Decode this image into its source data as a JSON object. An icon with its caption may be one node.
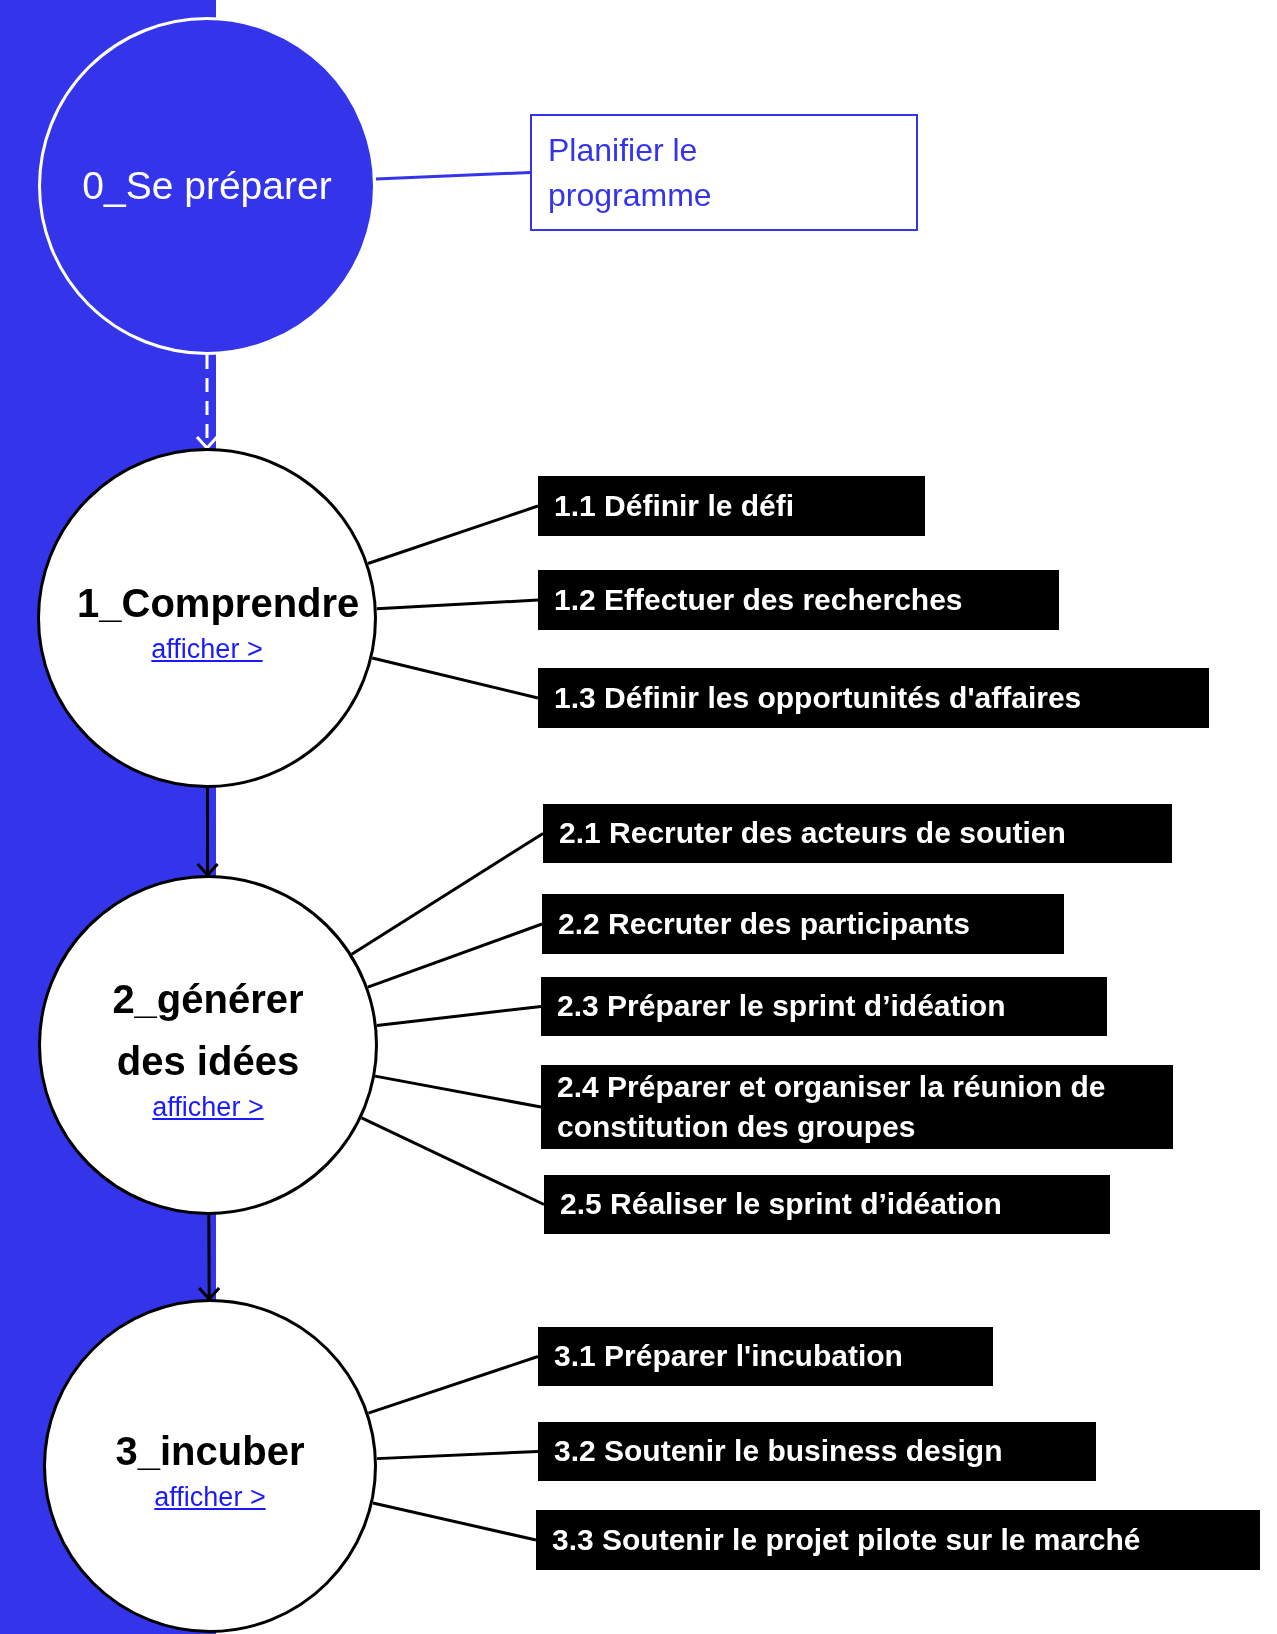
{
  "diagram": {
    "nodes": [
      {
        "text": [
          "0_Se préparer"
        ]
      },
      {
        "text": [
          "Planifier le programme"
        ]
      },
      {
        "text": [
          "1_Comprendre",
          "afficher >"
        ]
      },
      {
        "text": [
          "1.1 Définir le défi"
        ]
      },
      {
        "text": [
          "1.2 Effectuer des recherches"
        ]
      },
      {
        "text": [
          "1.3 Définir les opportunités d'affaires"
        ]
      },
      {
        "text": [
          "2_générer des idées",
          "afficher >"
        ]
      },
      {
        "text": [
          "2.1 Recruter des acteurs de soutien"
        ]
      },
      {
        "text": [
          "2.2 Recruter des participants"
        ]
      },
      {
        "text": [
          "2.3 Préparer le sprint d’idéation"
        ]
      },
      {
        "text": [
          "2.4 Préparer et organiser la réunion de constitution des groupes"
        ]
      },
      {
        "text": [
          "2.5 Réaliser le sprint d’idéation"
        ]
      },
      {
        "text": [
          "3_incuber",
          "afficher >"
        ]
      },
      {
        "text": [
          "3.1 Préparer l'incubation"
        ]
      },
      {
        "text": [
          "3.2 Soutenir le business design"
        ]
      },
      {
        "text": [
          "3.3 Soutenir le projet pilote sur le marché"
        ]
      }
    ],
    "edges": [
      {
        "from": 0,
        "to": 1,
        "arrow": "none",
        "color": "#3434eb"
      },
      {
        "from": 0,
        "to": 2,
        "arrow": "to",
        "style": "dashed",
        "color": "#ffffff"
      },
      {
        "from": 2,
        "to": 3,
        "arrow": "none"
      },
      {
        "from": 2,
        "to": 4,
        "arrow": "none"
      },
      {
        "from": 2,
        "to": 5,
        "arrow": "none"
      },
      {
        "from": 2,
        "to": 6,
        "arrow": "to"
      },
      {
        "from": 6,
        "to": 7,
        "arrow": "none"
      },
      {
        "from": 6,
        "to": 8,
        "arrow": "none"
      },
      {
        "from": 6,
        "to": 9,
        "arrow": "none"
      },
      {
        "from": 6,
        "to": 10,
        "arrow": "none"
      },
      {
        "from": 6,
        "to": 11,
        "arrow": "none"
      },
      {
        "from": 6,
        "to": 12,
        "arrow": "to"
      },
      {
        "from": 12,
        "to": 13,
        "arrow": "none"
      },
      {
        "from": 12,
        "to": 14,
        "arrow": "none"
      },
      {
        "from": 12,
        "to": 15,
        "arrow": "none"
      }
    ]
  }
}
